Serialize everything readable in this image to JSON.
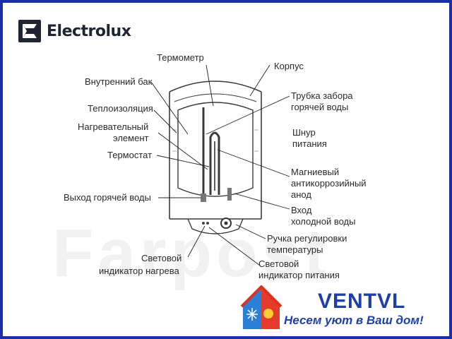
{
  "brand": {
    "name": "Electrolux"
  },
  "watermark": {
    "text": "Farpost"
  },
  "labels": {
    "thermometer": "Термометр",
    "housing": "Корпус",
    "inner_tank": "Внутренний бак",
    "insulation": "Теплоизоляция",
    "heating_element_l1": "Нагревательный",
    "heating_element_l2": "элемент",
    "thermostat": "Термостат",
    "hot_water_outlet": "Выход горячей воды",
    "hot_intake_tube_l1": "Трубка забора",
    "hot_intake_tube_l2": "горячей воды",
    "power_cord_l1": "Шнур",
    "power_cord_l2": "питания",
    "magnesium_anode_l1": "Магниевый",
    "magnesium_anode_l2": "антикоррозийный",
    "magnesium_anode_l3": "анод",
    "cold_water_inlet_l1": "Вход",
    "cold_water_inlet_l2": "холодной воды",
    "temp_knob_l1": "Ручка регулировки",
    "temp_knob_l2": "температуры",
    "heating_indicator_l1": "Световой",
    "heating_indicator_l2": "индикатор нагрева",
    "power_indicator_l1": "Световой",
    "power_indicator_l2": "индикатор питания"
  },
  "ventvl": {
    "name": "VENTVL",
    "slogan": "Несем уют в Ваш дом!"
  },
  "colors": {
    "frame": "#1a2fa8",
    "brand_blue": "#1f3fa8",
    "house_red": "#e53b2c",
    "house_blue": "#2b7fd6"
  }
}
